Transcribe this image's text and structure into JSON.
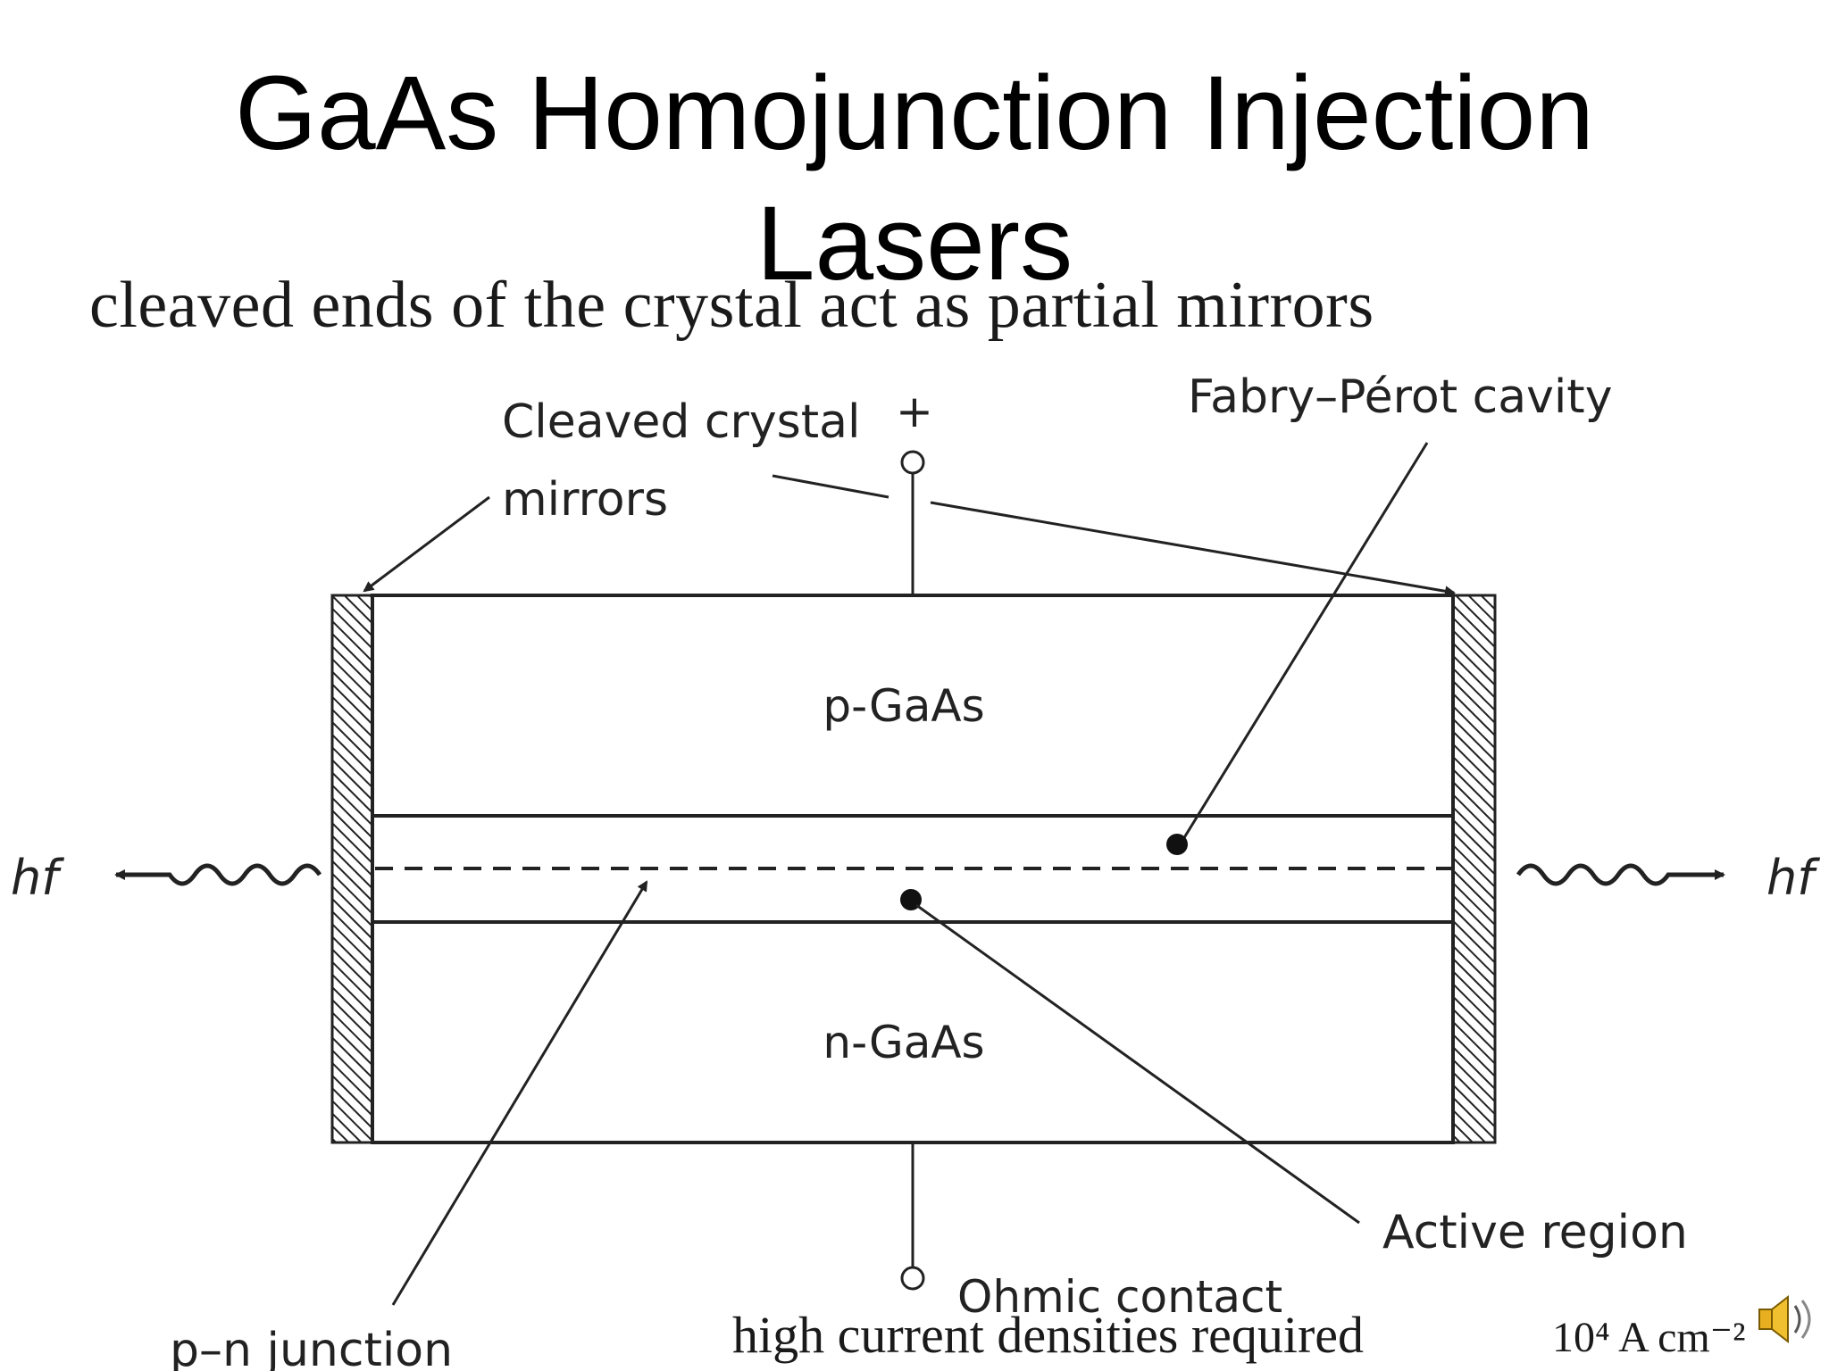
{
  "title": {
    "line1": "GaAs Homojunction Injection",
    "line2": "Lasers"
  },
  "subtitle": "cleaved ends of the crystal act as partial mirrors",
  "diagram": {
    "labels": {
      "cleaved_mirrors_line1": "Cleaved crystal",
      "cleaved_mirrors_line2": "mirrors",
      "plus": "+",
      "fabry_perot": "Fabry–Pérot cavity",
      "p_region": "p-GaAs",
      "n_region": "n-GaAs",
      "hf_left": "hf",
      "hf_right": "hf",
      "active_region": "Active region",
      "ohmic_contact": "Ohmic contact",
      "pn_junction": "p–n junction"
    }
  },
  "bottom_note": {
    "text": "high current densities required",
    "value": "10⁴ A cm⁻²"
  },
  "icons": {
    "speaker": "speaker-icon"
  },
  "colors": {
    "ink": "#1a1a1a",
    "speaker": "#e8b020"
  }
}
